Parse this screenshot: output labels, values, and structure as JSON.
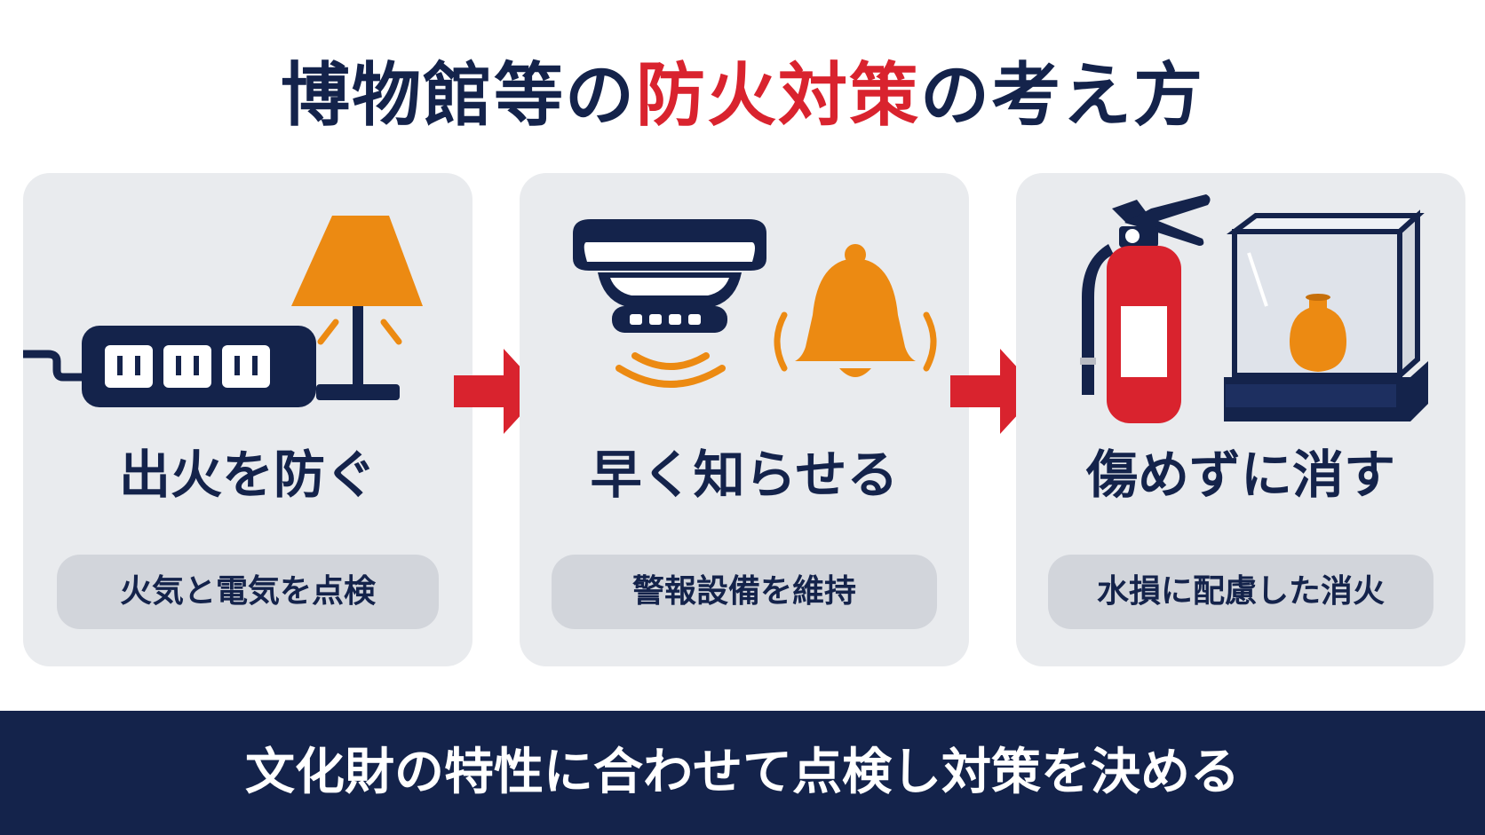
{
  "title": {
    "part1": "博物館等の",
    "highlight": "防火対策",
    "part2": "の考え方"
  },
  "steps": [
    {
      "heading": "出火を防ぐ",
      "subtitle": "火気と電気を点検",
      "icons": [
        "power-strip-icon",
        "lamp-icon"
      ]
    },
    {
      "heading": "早く知らせる",
      "subtitle": "警報設備を維持",
      "icons": [
        "smoke-detector-icon",
        "bell-icon"
      ]
    },
    {
      "heading": "傷めずに消す",
      "subtitle": "水損に配慮した消火",
      "icons": [
        "fire-extinguisher-icon",
        "display-case-icon"
      ]
    }
  ],
  "banner": "文化財の特性に合わせて点検し対策を決める",
  "colors": {
    "navy": "#14234b",
    "red": "#d9232e",
    "orange": "#ec8a12",
    "card": "#e9ebee",
    "pill": "#d2d5db"
  }
}
